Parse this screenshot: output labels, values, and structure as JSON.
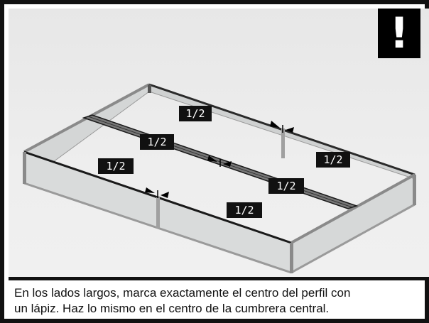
{
  "warning": {
    "symbol": "!"
  },
  "labels": {
    "back_right": "1/2",
    "center_left": "1/2",
    "right_side": "1/2",
    "front_left": "1/2",
    "center_right": "1/2",
    "front_right": "1/2"
  },
  "caption": {
    "line1": "En los lados largos, marca exactamente el centro del perfil con",
    "line2": "un lápiz. Haz lo mismo en el centro de la cumbrera central."
  },
  "colors": {
    "frame": "#111111",
    "label_bg": "#111111",
    "label_text": "#ffffff"
  }
}
